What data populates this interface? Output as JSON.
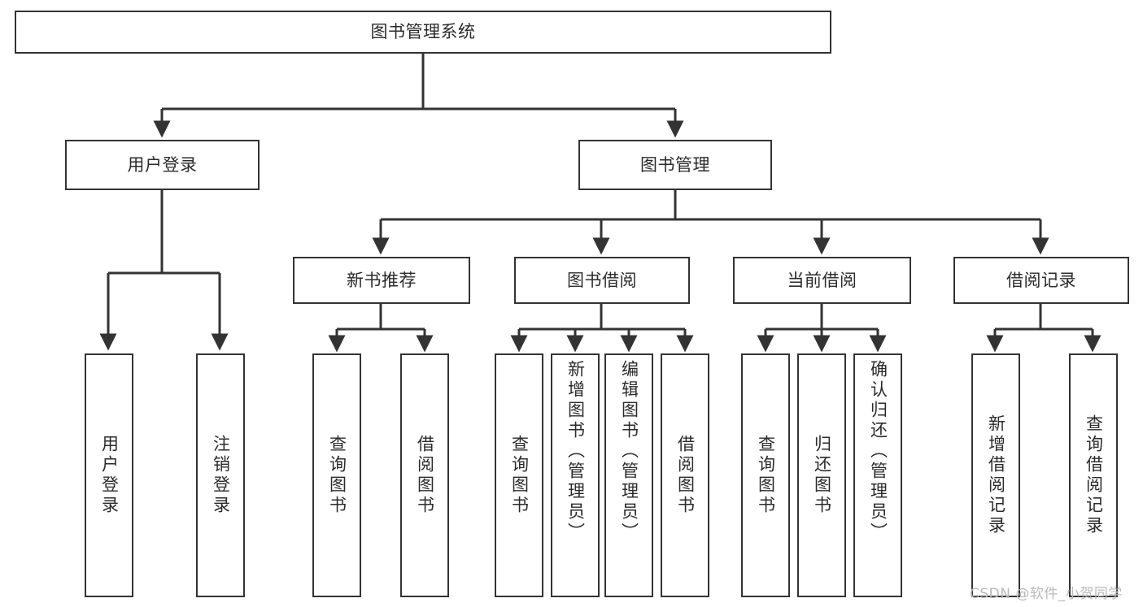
{
  "diagram": {
    "title": "图书管理系统",
    "type": "tree-hierarchy",
    "nodes": {
      "root": {
        "label": "图书管理系统"
      },
      "level1": [
        {
          "id": "user-login",
          "label": "用户登录"
        },
        {
          "id": "book-management",
          "label": "图书管理"
        }
      ],
      "level2": [
        {
          "id": "new-book-recommend",
          "label": "新书推荐",
          "parent": "book-management"
        },
        {
          "id": "book-borrow",
          "label": "图书借阅",
          "parent": "book-management"
        },
        {
          "id": "current-borrow",
          "label": "当前借阅",
          "parent": "book-management"
        },
        {
          "id": "borrow-record",
          "label": "借阅记录",
          "parent": "book-management"
        }
      ],
      "leaves": [
        {
          "id": "leaf-user-login",
          "label": "用户登录",
          "parent": "user-login"
        },
        {
          "id": "leaf-logout",
          "label": "注销登录",
          "parent": "user-login"
        },
        {
          "id": "leaf-query-book-1",
          "label": "查询图书",
          "parent": "new-book-recommend"
        },
        {
          "id": "leaf-borrow-book-1",
          "label": "借阅图书",
          "parent": "new-book-recommend"
        },
        {
          "id": "leaf-query-book-2",
          "label": "查询图书",
          "parent": "book-borrow"
        },
        {
          "id": "leaf-add-book",
          "label": "新增图书（管理员）",
          "parent": "book-borrow"
        },
        {
          "id": "leaf-edit-book",
          "label": "编辑图书（管理员）",
          "parent": "book-borrow"
        },
        {
          "id": "leaf-borrow-book-2",
          "label": "借阅图书",
          "parent": "book-borrow"
        },
        {
          "id": "leaf-query-book-3",
          "label": "查询图书",
          "parent": "current-borrow"
        },
        {
          "id": "leaf-return-book",
          "label": "归还图书",
          "parent": "current-borrow"
        },
        {
          "id": "leaf-confirm-return",
          "label": "确认归还（管理员）",
          "parent": "current-borrow"
        },
        {
          "id": "leaf-add-record",
          "label": "新增借阅记录",
          "parent": "borrow-record"
        },
        {
          "id": "leaf-query-record",
          "label": "查询借阅记录",
          "parent": "borrow-record"
        }
      ]
    },
    "watermark": "CSDN @软件_小贺同学",
    "colors": {
      "background": "#ffffff",
      "box_border": "#333333",
      "box_fill": "#ffffff",
      "edge": "#333333",
      "text": "#2b2b2b",
      "watermark": "#b9b9b9"
    }
  }
}
